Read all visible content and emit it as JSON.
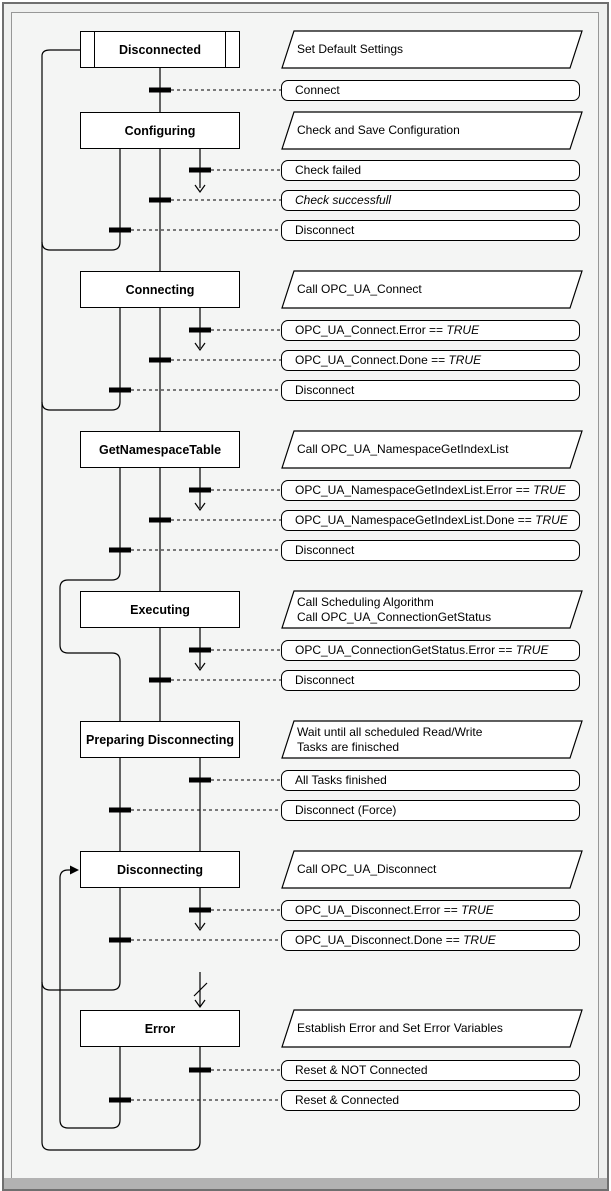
{
  "window": {
    "scrollbar": "horizontal-scrollbar"
  },
  "colors": {
    "canvas_bg": "#f4f5f4",
    "shape_fill": "#ffffff",
    "line_color": "#000000",
    "frame_border": "#6f6f6f",
    "panel_border": "#979797",
    "scrollbar": "#b2b2b2"
  },
  "states": [
    {
      "label": "Disconnected",
      "initial": true,
      "action": [
        "Set Default Settings"
      ],
      "transitions": [
        {
          "text": "Connect",
          "italic": ""
        }
      ]
    },
    {
      "label": "Configuring",
      "action": [
        "Check and Save Configuration"
      ],
      "transitions": [
        {
          "text": "Check failed",
          "italic": ""
        },
        {
          "text": "",
          "italic": "Check successfull"
        },
        {
          "text": "Disconnect",
          "italic": ""
        }
      ]
    },
    {
      "label": "Connecting",
      "action": [
        "Call OPC_UA_Connect"
      ],
      "transitions": [
        {
          "text": "OPC_UA_Connect.Error == ",
          "italic": "TRUE"
        },
        {
          "text": "OPC_UA_Connect.Done == ",
          "italic": "TRUE"
        },
        {
          "text": "Disconnect",
          "italic": ""
        }
      ]
    },
    {
      "label": "GetNamespaceTable",
      "action": [
        "Call OPC_UA_NamespaceGetIndexList"
      ],
      "transitions": [
        {
          "text": "OPC_UA_NamespaceGetIndexList.Error == ",
          "italic": "TRUE"
        },
        {
          "text": "OPC_UA_NamespaceGetIndexList.Done == ",
          "italic": "TRUE"
        },
        {
          "text": "Disconnect",
          "italic": ""
        }
      ]
    },
    {
      "label": "Executing",
      "action": [
        "Call Scheduling Algorithm",
        "Call OPC_UA_ConnectionGetStatus"
      ],
      "transitions": [
        {
          "text": "OPC_UA_ConnectionGetStatus.Error == ",
          "italic": "TRUE"
        },
        {
          "text": "Disconnect",
          "italic": ""
        }
      ]
    },
    {
      "label": "Preparing Disconnecting",
      "action": [
        "Wait until all scheduled Read/Write",
        "Tasks are finisched"
      ],
      "transitions": [
        {
          "text": "All Tasks finished",
          "italic": ""
        },
        {
          "text": "Disconnect (Force)",
          "italic": ""
        }
      ]
    },
    {
      "label": "Disconnecting",
      "action": [
        "Call OPC_UA_Disconnect"
      ],
      "transitions": [
        {
          "text": "OPC_UA_Disconnect.Error == ",
          "italic": "TRUE"
        },
        {
          "text": "OPC_UA_Disconnect.Done == ",
          "italic": "TRUE"
        }
      ]
    },
    {
      "label": "Error",
      "action": [
        "Establish Error and Set Error Variables"
      ],
      "transitions": [
        {
          "text": "Reset & NOT Connected",
          "italic": ""
        },
        {
          "text": "Reset & Connected",
          "italic": ""
        }
      ]
    }
  ]
}
